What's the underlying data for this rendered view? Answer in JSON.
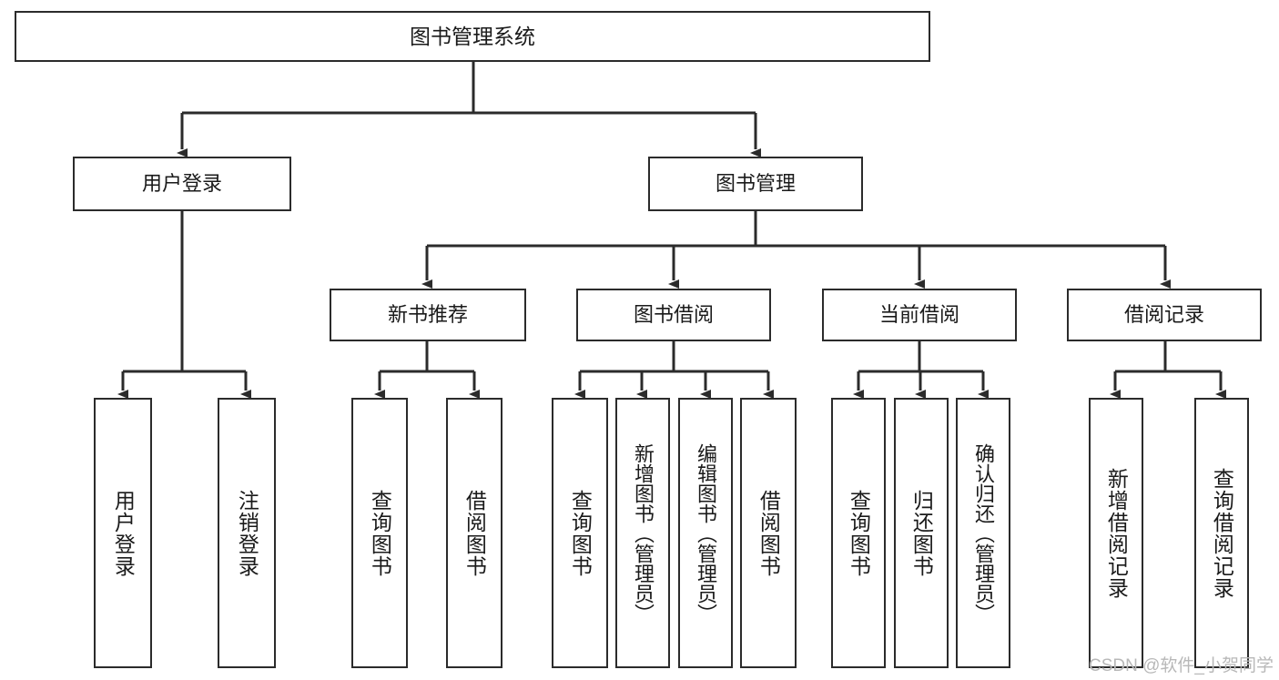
{
  "diagram": {
    "title": "图书管理系统",
    "root": {
      "id": "root",
      "label": "图书管理系统"
    },
    "level2": [
      {
        "id": "user-login",
        "label": "用户登录"
      },
      {
        "id": "book-manage",
        "label": "图书管理"
      }
    ],
    "level3": [
      {
        "id": "new-book-recommend",
        "label": "新书推荐"
      },
      {
        "id": "book-borrow",
        "label": "图书借阅"
      },
      {
        "id": "current-borrow",
        "label": "当前借阅"
      },
      {
        "id": "borrow-record",
        "label": "借阅记录"
      }
    ],
    "leaves": {
      "user_login": [
        {
          "id": "leaf-user-login",
          "label": "用户登录"
        },
        {
          "id": "leaf-logout-login",
          "label": "注销登录"
        }
      ],
      "new_book_recommend": [
        {
          "id": "leaf-query-book-1",
          "label": "查询图书"
        },
        {
          "id": "leaf-borrow-book-1",
          "label": "借阅图书"
        }
      ],
      "book_borrow": [
        {
          "id": "leaf-query-book-2",
          "label": "查询图书"
        },
        {
          "id": "leaf-add-book",
          "label": "新增图书（管理员）"
        },
        {
          "id": "leaf-edit-book",
          "label": "编辑图书（管理员）"
        },
        {
          "id": "leaf-borrow-book-2",
          "label": "借阅图书"
        }
      ],
      "current_borrow": [
        {
          "id": "leaf-query-book-3",
          "label": "查询图书"
        },
        {
          "id": "leaf-return-book",
          "label": "归还图书"
        },
        {
          "id": "leaf-confirm-return",
          "label": "确认归还（管理员）"
        }
      ],
      "borrow_record": [
        {
          "id": "leaf-add-record",
          "label": "新增借阅记录"
        },
        {
          "id": "leaf-query-record",
          "label": "查询借阅记录"
        }
      ]
    }
  },
  "watermark": {
    "text": "CSDN @软件_小贺同学"
  },
  "colors": {
    "stroke": "#2b2b2b",
    "fill": "#ffffff",
    "text": "#1a1a1a",
    "watermark": "#b8b8b8"
  }
}
